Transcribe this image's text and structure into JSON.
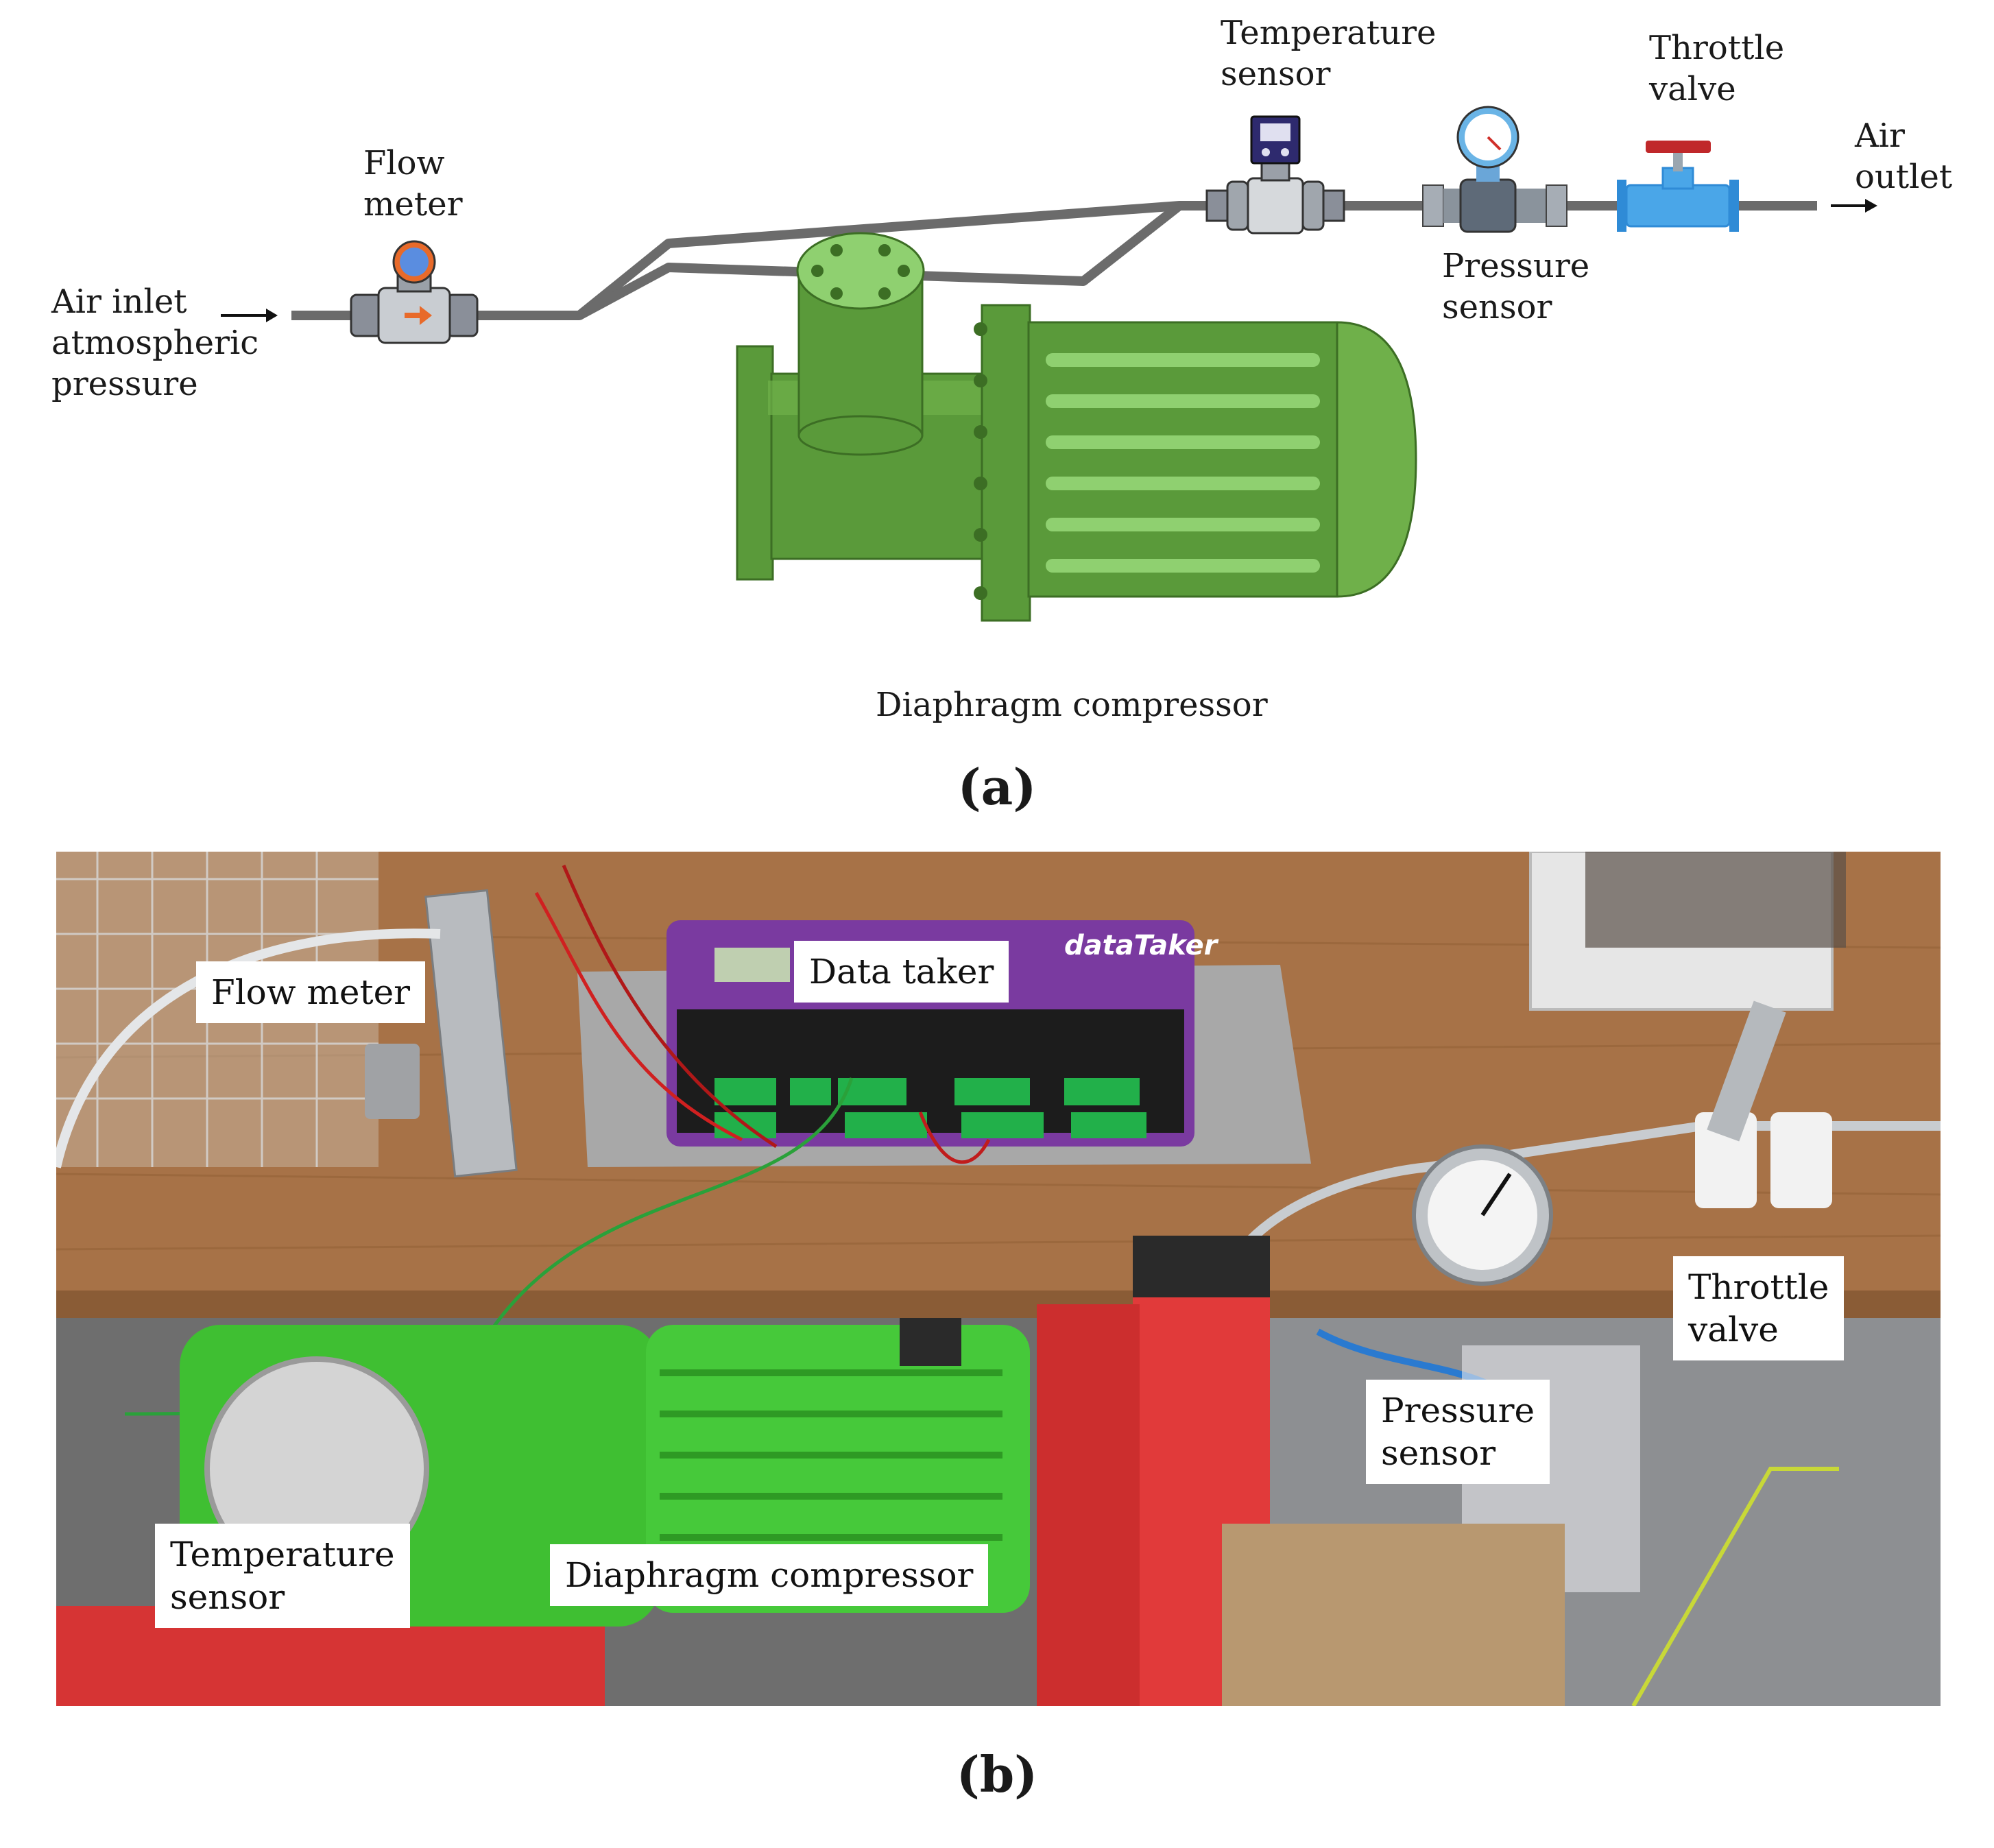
{
  "panel_a": {
    "labels": {
      "air_inlet": "Air inlet\natmospheric\npressure",
      "flow_meter": "Flow\nmeter",
      "temperature_sensor": "Temperature\nsensor",
      "pressure_sensor": "Pressure\nsensor",
      "throttle_valve": "Throttle\nvalve",
      "air_outlet": "Air\noutlet",
      "compressor": "Diaphragm compressor"
    },
    "caption": "(a)",
    "colors": {
      "pipe": "#6b6b6b",
      "compressor": "#5a9a3a",
      "compressor_light": "#8fd070",
      "valve": "#4aa6e8",
      "valve_handle": "#c0282a"
    }
  },
  "panel_b": {
    "labels": {
      "flow_meter": "Flow meter",
      "data_taker": "Data taker",
      "throttle_valve": "Throttle\nvalve",
      "pressure_sensor": "Pressure\nsensor",
      "temperature_sensor": "Temperature\nsensor",
      "compressor": "Diaphragm compressor"
    },
    "logger_brand": "dataTaker",
    "caption": "(b)",
    "colors": {
      "bench": "#a77247",
      "frame": "#e13a3a",
      "motor": "#3fbf32",
      "logger": "#7a3aa0"
    }
  }
}
